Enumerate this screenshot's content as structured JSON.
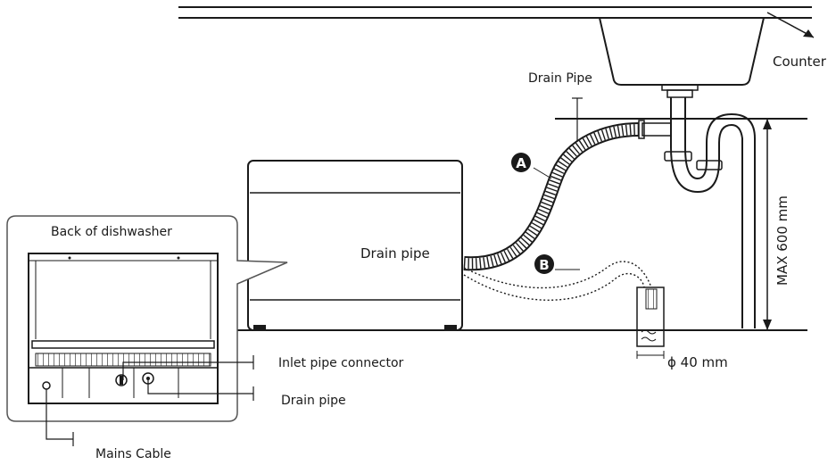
{
  "labels": {
    "counter": "Counter",
    "drain_pipe_top": "Drain Pipe",
    "drain_pipe_body": "Drain pipe",
    "back_of_dishwasher": "Back of dishwasher",
    "inlet_pipe_connector": "Inlet pipe connector",
    "drain_pipe_back": "Drain pipe",
    "mains_cable": "Mains Cable",
    "max_height": "MAX 600 mm",
    "diameter": "ϕ 40 mm",
    "marker_a": "A",
    "marker_b": "B"
  },
  "colors": {
    "line": "#1a1a1a",
    "panel_border": "#555555",
    "marker_fill": "#1a1a1a",
    "marker_text": "#ffffff"
  }
}
